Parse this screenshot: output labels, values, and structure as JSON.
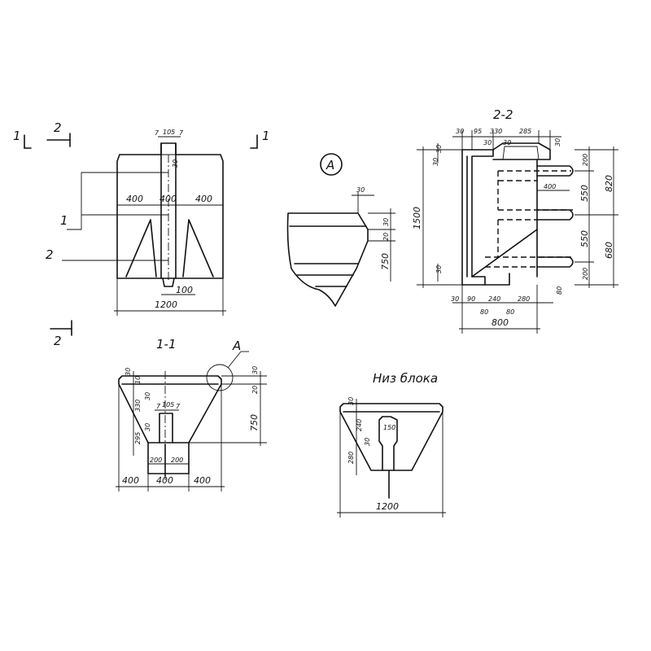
{
  "front_view": {
    "marker_1": "1",
    "marker_2": "2",
    "dim_7_left": "7",
    "dim_105": "105",
    "dim_7_right": "7",
    "dim_30": "30",
    "dim_400_left": "400",
    "dim_400_mid": "400",
    "dim_400_right": "400",
    "dim_100": "100",
    "dim_1200": "1200",
    "leader_1": "1",
    "leader_2": "2"
  },
  "detail_a": {
    "callout": "А",
    "dim_30_top": "30",
    "dim_30_side": "30",
    "dim_20": "20",
    "dim_750": "750"
  },
  "section_2_2": {
    "title": "2-2",
    "top_30a": "30",
    "top_95": "95",
    "top_330": "330",
    "top_285": "285",
    "top_30b": "30",
    "top_30c": "30",
    "right_30": "30",
    "left_30_top": "30",
    "left_1500": "1500",
    "left_30_bot": "30",
    "inner_400": "400",
    "right_200_top": "200",
    "right_550_top": "550",
    "right_550_bot": "550",
    "right_200_bot": "200",
    "right_80": "80",
    "right_820": "820",
    "right_680": "680",
    "bot_30": "30",
    "bot_90": "90",
    "bot_240": "240",
    "bot_280": "280",
    "bot_80a": "80",
    "bot_80b": "80",
    "bot_800": "800"
  },
  "section_1_1": {
    "title": "1-1",
    "callout": "А",
    "dim_30_top": "30",
    "dim_10": "10",
    "dim_30_b": "30",
    "dim_330": "330",
    "dim_7a": "7",
    "dim_105": "105",
    "dim_7b": "7",
    "dim_30_c": "30",
    "dim_295": "295",
    "dim_200_left": "200",
    "dim_200_right": "200",
    "dim_400_left": "400",
    "dim_400_mid": "400",
    "dim_400_right": "400",
    "dim_30_right": "30",
    "dim_20_right": "20",
    "dim_750_right": "750"
  },
  "bottom_view": {
    "title": "Низ блока",
    "dim_30": "30",
    "dim_240": "240",
    "dim_30_b": "30",
    "dim_280": "280",
    "dim_150": "150",
    "dim_1200": "1200"
  }
}
